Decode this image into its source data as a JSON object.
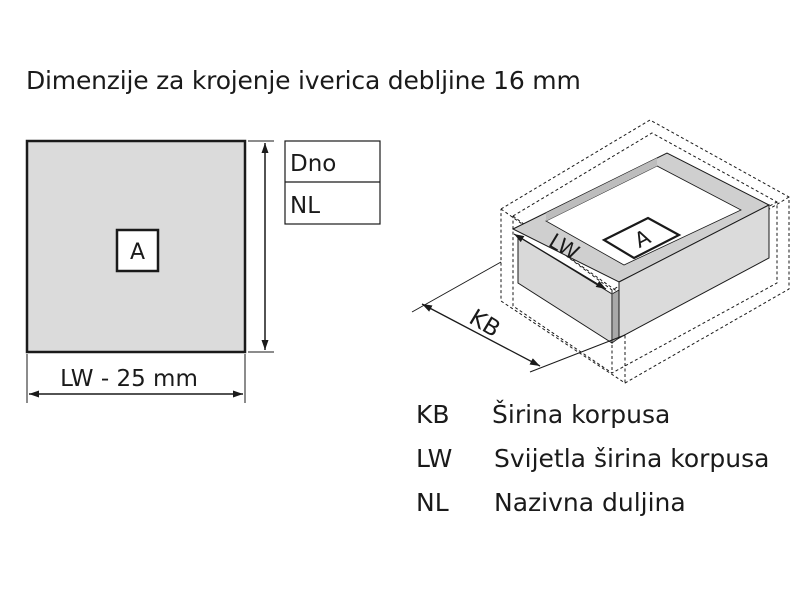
{
  "title": "Dimenzije za krojenje iverica debljine 16 mm",
  "panel": {
    "part_label": "A",
    "width_label": "LW - 25 mm",
    "table": [
      "Dno",
      "NL"
    ]
  },
  "box": {
    "part_label": "A",
    "lw_label": "LW",
    "kb_label": "KB"
  },
  "legend": [
    {
      "abbr": "KB",
      "desc": "Širina korpusa"
    },
    {
      "abbr": "LW",
      "desc": "Svijetla širina korpusa"
    },
    {
      "abbr": "NL",
      "desc": "Nazivna duljina"
    }
  ],
  "colors": {
    "panel_fill": "#dbdbdb",
    "line": "#1a1a1a"
  }
}
